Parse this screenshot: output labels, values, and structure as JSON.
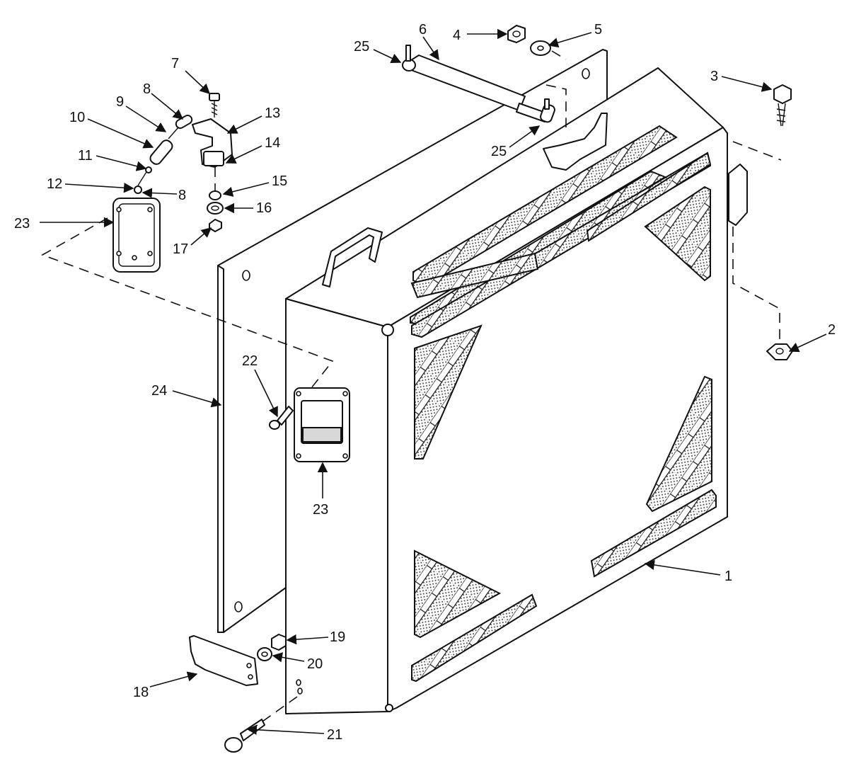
{
  "callouts": [
    {
      "id": "c1",
      "label": "1"
    },
    {
      "id": "c2",
      "label": "2"
    },
    {
      "id": "c3",
      "label": "3"
    },
    {
      "id": "c4",
      "label": "4"
    },
    {
      "id": "c5",
      "label": "5"
    },
    {
      "id": "c6",
      "label": "6"
    },
    {
      "id": "c7",
      "label": "7"
    },
    {
      "id": "c8a",
      "label": "8"
    },
    {
      "id": "c8b",
      "label": "8"
    },
    {
      "id": "c9",
      "label": "9"
    },
    {
      "id": "c10",
      "label": "10"
    },
    {
      "id": "c11",
      "label": "11"
    },
    {
      "id": "c12",
      "label": "12"
    },
    {
      "id": "c13",
      "label": "13"
    },
    {
      "id": "c14",
      "label": "14"
    },
    {
      "id": "c15",
      "label": "15"
    },
    {
      "id": "c16",
      "label": "16"
    },
    {
      "id": "c17",
      "label": "17"
    },
    {
      "id": "c18",
      "label": "18"
    },
    {
      "id": "c19",
      "label": "19"
    },
    {
      "id": "c20",
      "label": "20"
    },
    {
      "id": "c21",
      "label": "21"
    },
    {
      "id": "c22",
      "label": "22"
    },
    {
      "id": "c23a",
      "label": "23"
    },
    {
      "id": "c23b",
      "label": "23"
    },
    {
      "id": "c24",
      "label": "24"
    },
    {
      "id": "c25a",
      "label": "25"
    },
    {
      "id": "c25b",
      "label": "25"
    }
  ]
}
